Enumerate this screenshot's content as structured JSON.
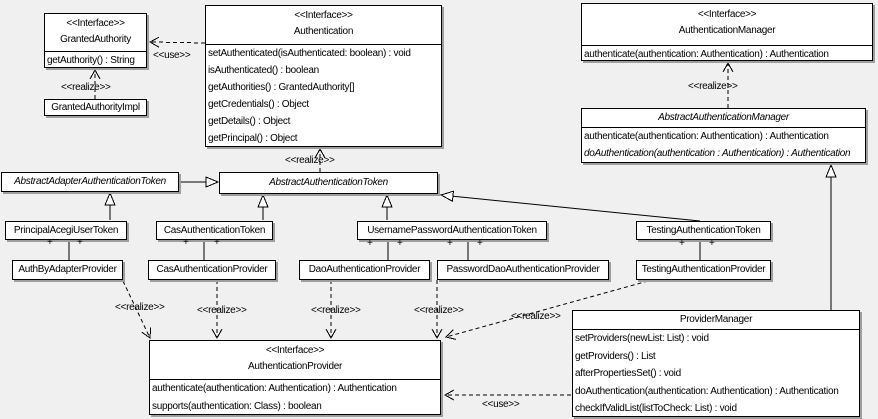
{
  "diagram": {
    "kind": "uml-class-diagram",
    "colors": {
      "background": "#f0f0f0",
      "box_fill": "#ffffff",
      "line": "#000000",
      "shadow": "#9e9e9e"
    }
  },
  "stereotypes": {
    "interface": "<<Interface>>",
    "realize": "<<realize>>",
    "use": "<<use>>",
    "plus": "+"
  },
  "classes": {
    "granted_authority": {
      "stereotype": "<<Interface>>",
      "name": "GrantedAuthority",
      "methods": [
        "getAuthority() : String"
      ]
    },
    "granted_authority_impl": {
      "name": "GrantedAuthorityImpl"
    },
    "authentication": {
      "stereotype": "<<Interface>>",
      "name": "Authentication",
      "methods": [
        "setAuthenticated(isAuthenticated: boolean) : void",
        "isAuthenticated() : boolean",
        "getAuthorities() : GrantedAuthority[]",
        "getCredentials() : Object",
        "getDetails() : Object",
        "getPrincipal() : Object"
      ]
    },
    "authentication_manager": {
      "stereotype": "<<Interface>>",
      "name": "AuthenticationManager",
      "methods": [
        "authenticate(authentication: Authentication) : Authentication"
      ]
    },
    "abstract_authentication_manager": {
      "name": "AbstractAuthenticationManager",
      "methods": [
        "authenticate(authentication: Authentication) : Authentication",
        "doAuthentication(authentication : Authentication) : Authentication"
      ]
    },
    "abstract_adapter_authentication_token": {
      "name": "AbstractAdapterAuthenticationToken"
    },
    "abstract_authentication_token": {
      "name": "AbstractAuthenticationToken"
    },
    "principal_acegi_user_token": {
      "name": "PrincipalAcegiUserToken"
    },
    "cas_authentication_token": {
      "name": "CasAuthenticationToken"
    },
    "username_password_authentication_token": {
      "name": "UsernamePasswordAuthenticationToken"
    },
    "testing_authentication_token": {
      "name": "TestingAuthenticationToken"
    },
    "auth_by_adapter_provider": {
      "name": "AuthByAdapterProvider"
    },
    "cas_authentication_provider": {
      "name": "CasAuthenticationProvider"
    },
    "dao_authentication_provider": {
      "name": "DaoAuthenticationProvider"
    },
    "password_dao_authentication_provider": {
      "name": "PasswordDaoAuthenticationProvider"
    },
    "testing_authentication_provider": {
      "name": "TestingAuthenticationProvider"
    },
    "authentication_provider": {
      "stereotype": "<<Interface>>",
      "name": "AuthenticationProvider",
      "methods": [
        "authenticate(authentication: Authentication) : Authentication",
        "supports(authentication: Class) : boolean"
      ]
    },
    "provider_manager": {
      "name": "ProviderManager",
      "methods": [
        "setProviders(newList: List) : void",
        "getProviders() : List",
        "afterPropertiesSet() : void",
        "doAuthentication(authentication: Authentication) : Authentication",
        "checkIfValidList(listToCheck: List) : void"
      ]
    }
  },
  "relationships": [
    "Authentication ..> GrantedAuthority <<use>>",
    "GrantedAuthorityImpl ..|> GrantedAuthority <<realize>>",
    "AbstractAuthenticationToken ..|> Authentication <<realize>>",
    "AbstractAuthenticationManager ..|> AuthenticationManager <<realize>>",
    "AbstractAdapterAuthenticationToken --|> AbstractAuthenticationToken",
    "PrincipalAcegiUserToken --|> AbstractAdapterAuthenticationToken",
    "CasAuthenticationToken --|> AbstractAuthenticationToken",
    "UsernamePasswordAuthenticationToken --|> AbstractAuthenticationToken",
    "TestingAuthenticationToken --|> AbstractAuthenticationToken",
    "ProviderManager --|> AbstractAuthenticationManager",
    "PrincipalAcegiUserToken -- AuthByAdapterProvider (+ +)",
    "CasAuthenticationToken -- CasAuthenticationProvider (+ +)",
    "UsernamePasswordAuthenticationToken -- DaoAuthenticationProvider (+ +)",
    "UsernamePasswordAuthenticationToken -- PasswordDaoAuthenticationProvider (+ +)",
    "TestingAuthenticationToken -- TestingAuthenticationProvider (+ +)",
    "AuthByAdapterProvider ..|> AuthenticationProvider <<realize>>",
    "CasAuthenticationProvider ..|> AuthenticationProvider <<realize>>",
    "DaoAuthenticationProvider ..|> AuthenticationProvider <<realize>>",
    "PasswordDaoAuthenticationProvider ..|> AuthenticationProvider <<realize>>",
    "TestingAuthenticationProvider ..|> AuthenticationProvider <<realize>>",
    "ProviderManager ..> AuthenticationProvider <<use>>"
  ]
}
